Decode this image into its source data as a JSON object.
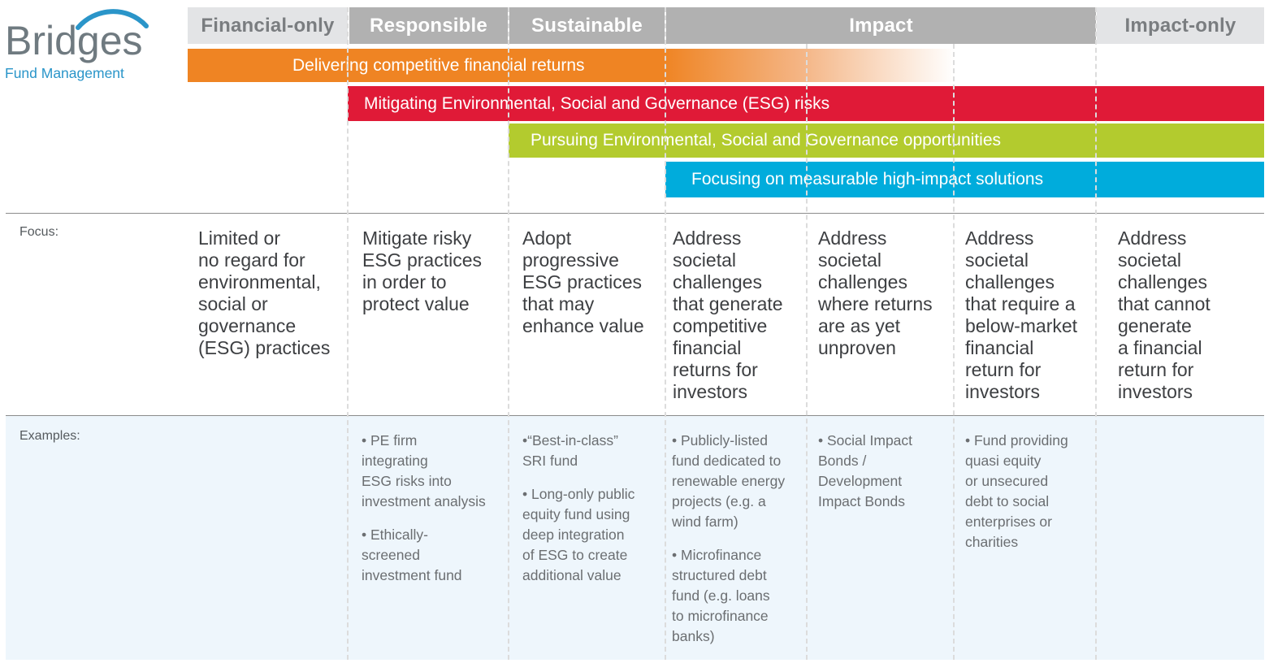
{
  "logo": {
    "name": "Bridges",
    "tagline": "Fund Management",
    "arc_color": "#2a95c9"
  },
  "header": {
    "categories": [
      {
        "label": "Financial-only",
        "style": "light"
      },
      {
        "label": "Responsible",
        "style": "dark"
      },
      {
        "label": "Sustainable",
        "style": "dark"
      },
      {
        "label": "Impact",
        "style": "dark"
      },
      {
        "label": "Impact-only",
        "style": "light"
      }
    ]
  },
  "bars": [
    {
      "label": "Delivering competitive financial returns",
      "color": "#ef8423",
      "spans": "Financial-only to part of Impact (fading)"
    },
    {
      "label": "Mitigating Environmental, Social and Governance (ESG) risks",
      "color": "#e01a37",
      "spans": "Responsible to Impact-only"
    },
    {
      "label": "Pursuing Environmental, Social and Governance opportunities",
      "color": "#b3cb2e",
      "spans": "Sustainable to Impact-only"
    },
    {
      "label": "Focusing on measurable high-impact solutions",
      "color": "#00acdc",
      "spans": "Impact to Impact-only"
    }
  ],
  "focus": {
    "label": "Focus:",
    "columns": [
      "Limited or\nno regard for\nenvironmental,\nsocial or\ngovernance\n(ESG)  practices",
      "Mitigate risky\nESG practices\nin order to\nprotect value",
      "Adopt\nprogressive\nESG practices\nthat may\nenhance value",
      "Address\nsocietal\nchallenges\nthat generate\ncompetitive\nfinancial\nreturns for\ninvestors",
      "Address\nsocietal\nchallenges\nwhere returns\nare as yet\nunproven",
      "Address\nsocietal\nchallenges\nthat require a\nbelow-market\nfinancial\nreturn for\ninvestors",
      "Address\nsocietal\nchallenges\nthat cannot\ngenerate\na financial\nreturn for\ninvestors"
    ]
  },
  "examples": {
    "label": "Examples:",
    "columns": [
      [],
      [
        "• PE firm\nintegrating\nESG risks into\ninvestment analysis",
        "• Ethically-\nscreened\ninvestment fund"
      ],
      [
        "•“Best-in-class”\nSRI fund",
        "• Long-only public\nequity fund using\ndeep integration\nof ESG to create\nadditional value"
      ],
      [
        "• Publicly-listed\nfund dedicated to\nrenewable energy\nprojects (e.g. a\nwind farm)",
        "• Microfinance\nstructured debt\nfund (e.g. loans\nto microfinance\nbanks)"
      ],
      [
        "• Social Impact\nBonds /\nDevelopment\nImpact Bonds"
      ],
      [
        "• Fund providing\nquasi equity\nor unsecured\ndebt to social\nenterprises or\ncharities"
      ],
      []
    ]
  },
  "colors": {
    "header_light_bg": "#e3e4e6",
    "header_dark_bg": "#b1b1b1",
    "examples_bg": "#eef6fc"
  }
}
